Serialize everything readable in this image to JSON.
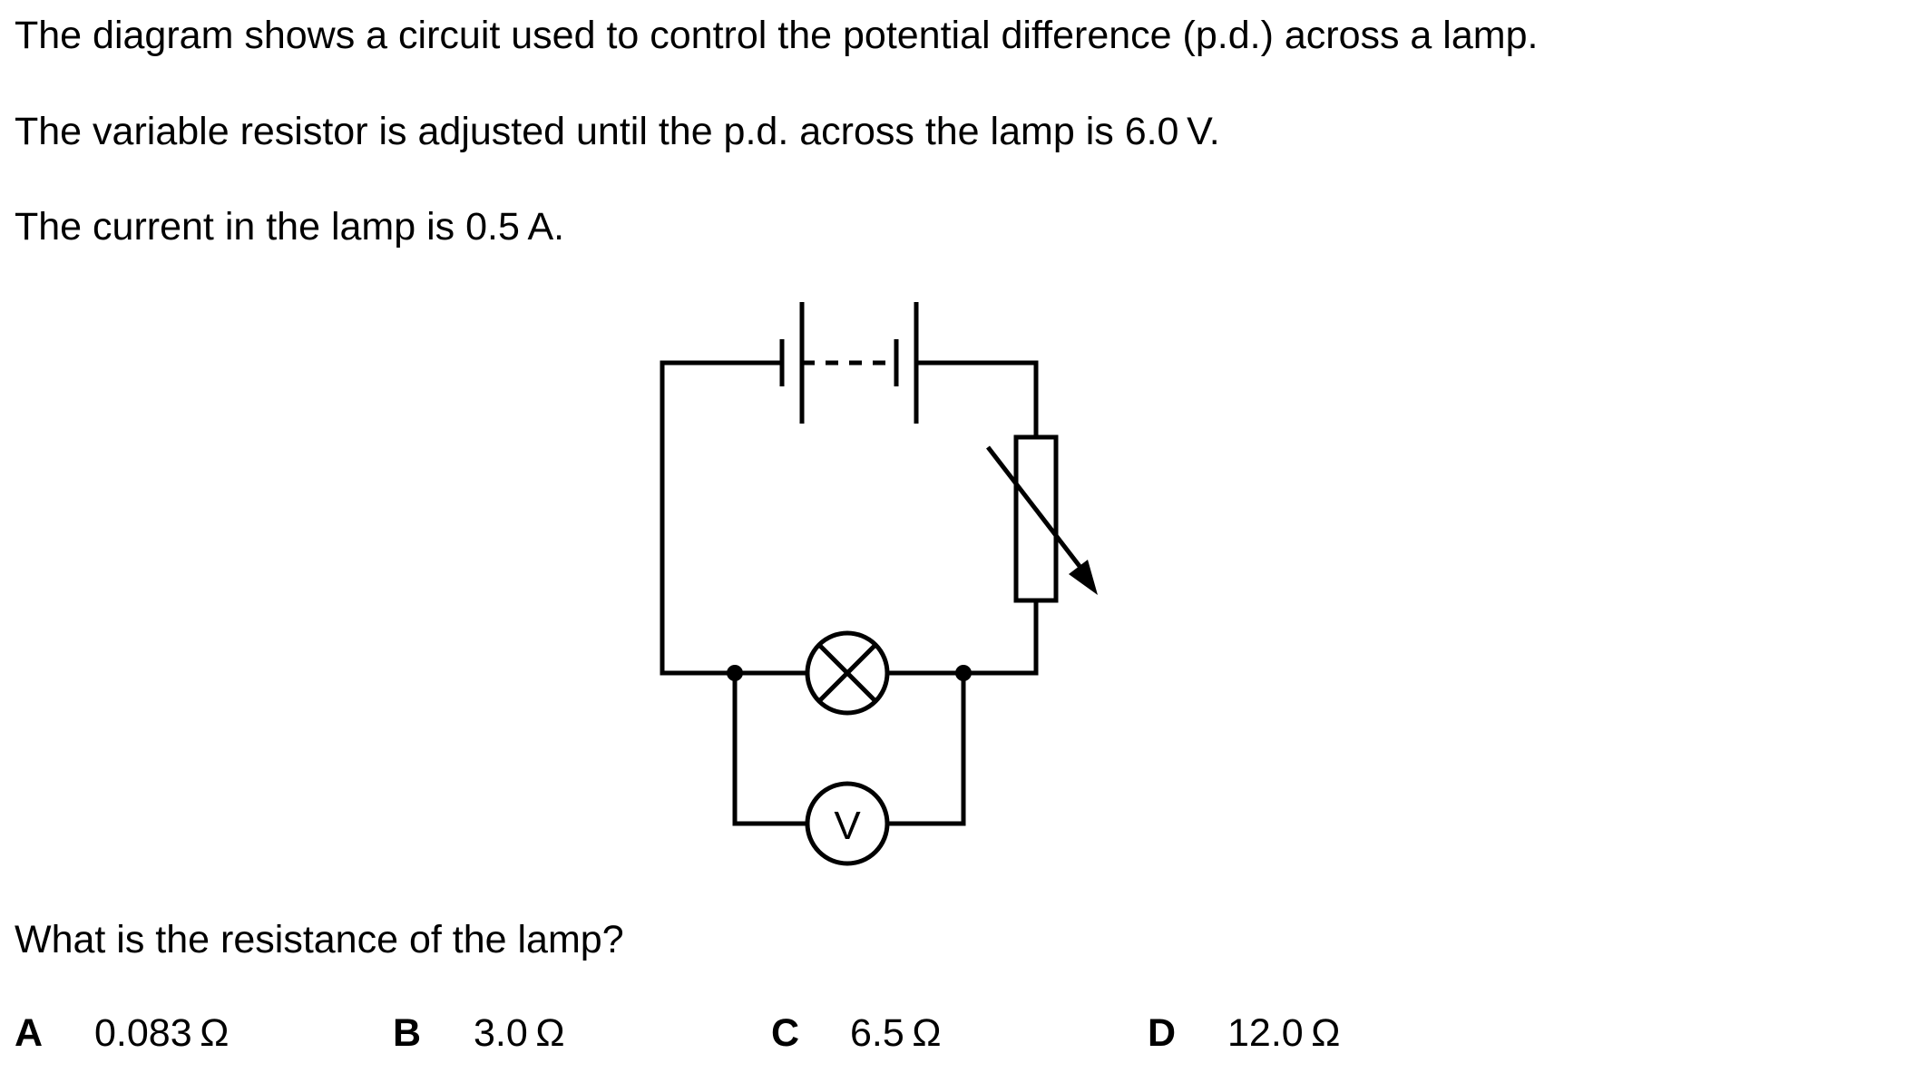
{
  "question": {
    "intro_lines": [
      "The diagram shows a circuit used to control the potential difference (p.d.) across a lamp.",
      "The variable resistor is adjusted until the p.d. across the lamp is 6.0 V.",
      "The current in the lamp is 0.5 A."
    ],
    "prompt": "What is the resistance of the lamp?",
    "options": [
      {
        "letter": "A",
        "value": "0.083 Ω"
      },
      {
        "letter": "B",
        "value": "3.0 Ω"
      },
      {
        "letter": "C",
        "value": "6.5 Ω"
      },
      {
        "letter": "D",
        "value": "12.0 Ω"
      }
    ]
  },
  "diagram": {
    "components": {
      "battery": "battery-of-cells-icon",
      "variable_resistor": "variable-resistor-icon",
      "lamp": "lamp-icon",
      "voltmeter": "voltmeter-icon"
    },
    "voltmeter_label": "V",
    "stroke_color": "#000000"
  }
}
